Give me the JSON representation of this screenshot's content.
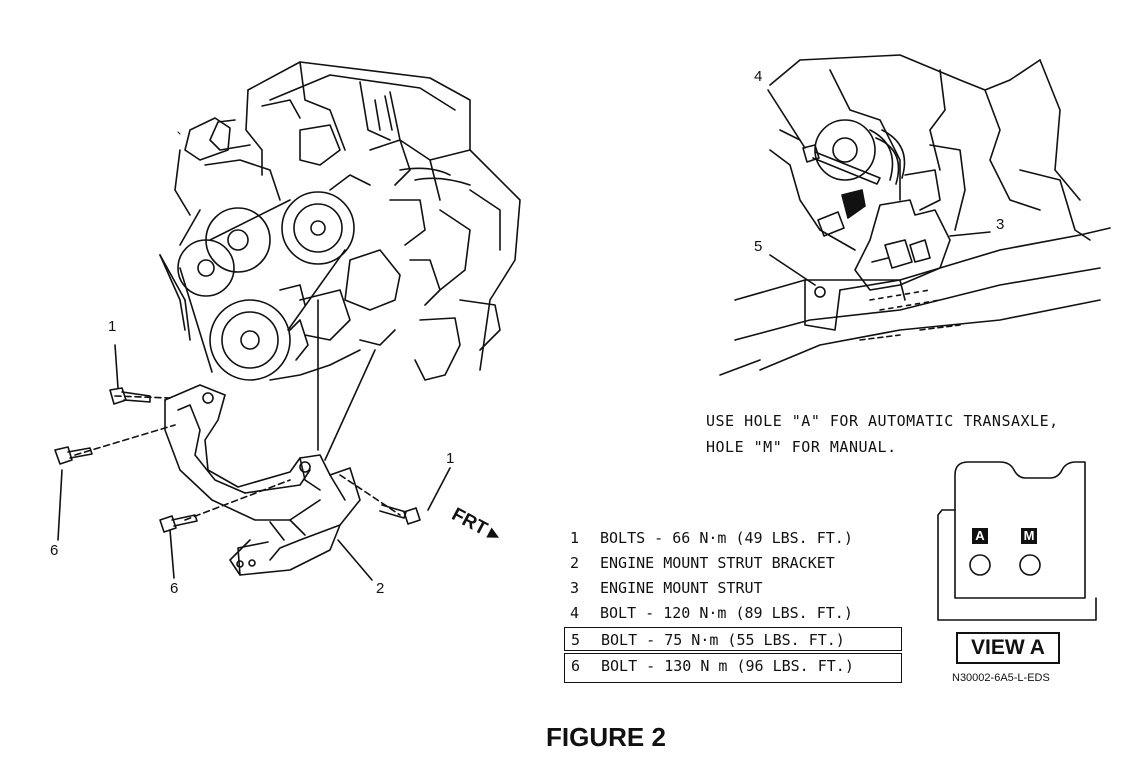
{
  "figure": {
    "title": "FIGURE 2",
    "code": "N30002-6A5-L-EDS",
    "direction_label": "FRT"
  },
  "note": {
    "line1": "USE HOLE \"A\" FOR AUTOMATIC TRANSAXLE,",
    "line2": "HOLE \"M\" FOR MANUAL."
  },
  "view": {
    "label": "VIEW A",
    "hole_a": "A",
    "hole_m": "M"
  },
  "callouts": {
    "c1_top": "1",
    "c1_right": "1",
    "c2": "2",
    "c3": "3",
    "c4": "4",
    "c5": "5",
    "c6_left": "6",
    "c6_bottom": "6"
  },
  "legend": [
    {
      "num": "1",
      "text": "BOLTS - 66 N·m (49 LBS. FT.)",
      "boxed": false
    },
    {
      "num": "2",
      "text": "ENGINE MOUNT STRUT BRACKET",
      "boxed": false
    },
    {
      "num": "3",
      "text": "ENGINE MOUNT STRUT",
      "boxed": false
    },
    {
      "num": "4",
      "text": "BOLT - 120 N·m (89 LBS. FT.)",
      "boxed": false
    },
    {
      "num": "5",
      "text": "BOLT - 75 N·m (55 LBS. FT.)",
      "boxed": true
    },
    {
      "num": "6",
      "text": "BOLT - 130 N m (96 LBS. FT.)",
      "boxed": true
    }
  ]
}
